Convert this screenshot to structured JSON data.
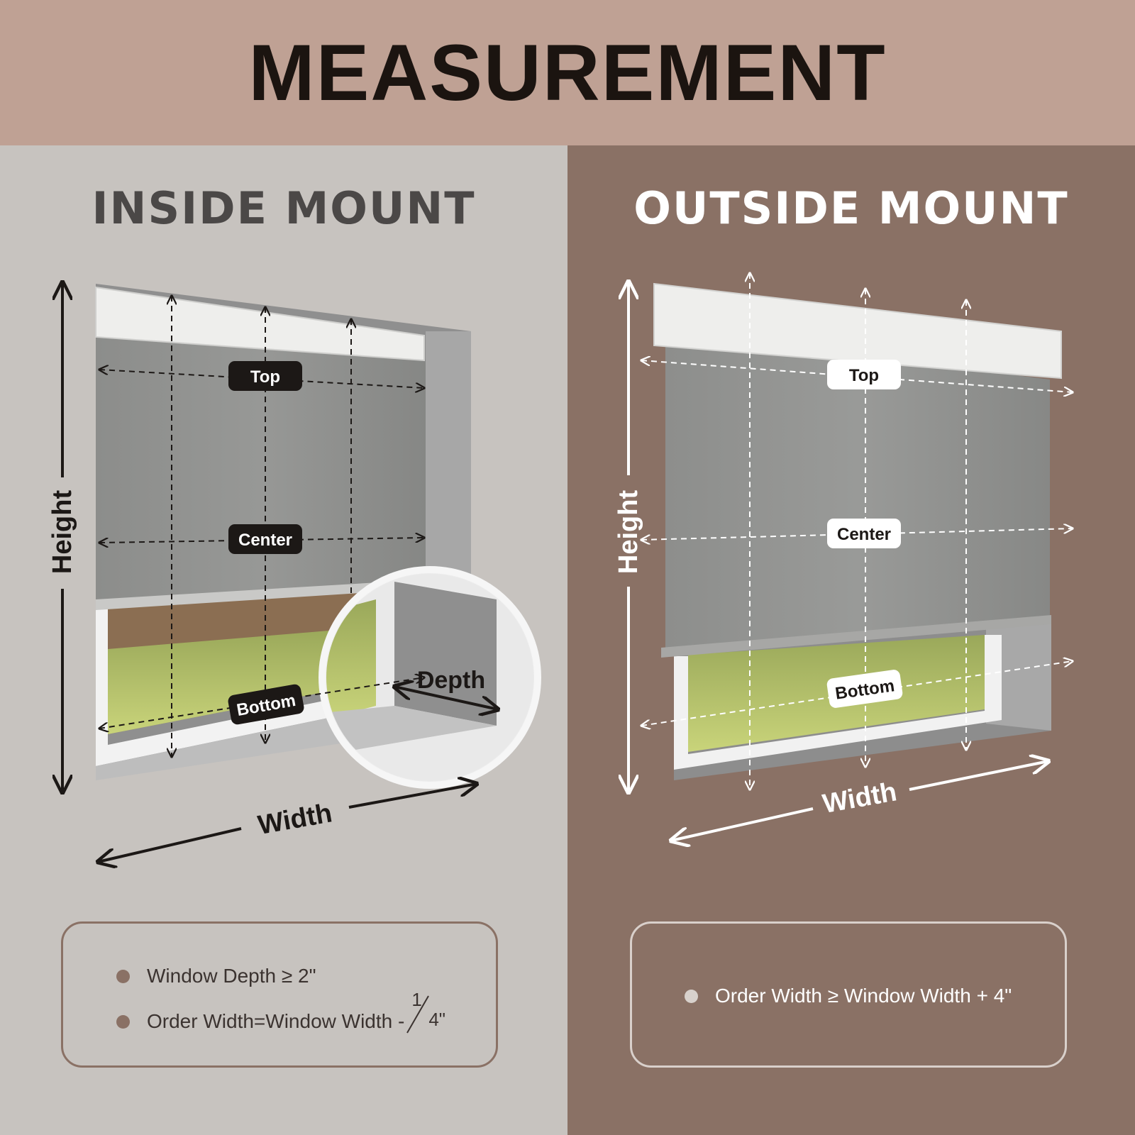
{
  "header": {
    "title": "MEASUREMENT"
  },
  "inside": {
    "title": "INSIDE MOUNT",
    "labels": {
      "top": "Top",
      "center": "Center",
      "bottom": "Bottom",
      "height": "Height",
      "width": "Width",
      "depth": "Depth"
    },
    "notes": [
      "Window Depth ≥ 2\"",
      "Order Width=Window Width -"
    ],
    "fraction": {
      "numerator": "1",
      "denominator": "4\""
    }
  },
  "outside": {
    "title": "OUTSIDE MOUNT",
    "labels": {
      "top": "Top",
      "center": "Center",
      "bottom": "Bottom",
      "height": "Height",
      "width": "Width"
    },
    "notes": [
      "Order Width ≥ Window Width + 4\""
    ]
  },
  "colors": {
    "header_bg": "#bfa194",
    "left_bg": "#c7c3bf",
    "right_bg": "#8a7165",
    "shade_fabric": "#8d8e8c",
    "label_dark": "#1c1816",
    "label_light": "#ffffff"
  },
  "icons": [
    "window-shade-illustration",
    "double-arrow-icon",
    "depth-magnifier-icon",
    "bullet-icon"
  ]
}
